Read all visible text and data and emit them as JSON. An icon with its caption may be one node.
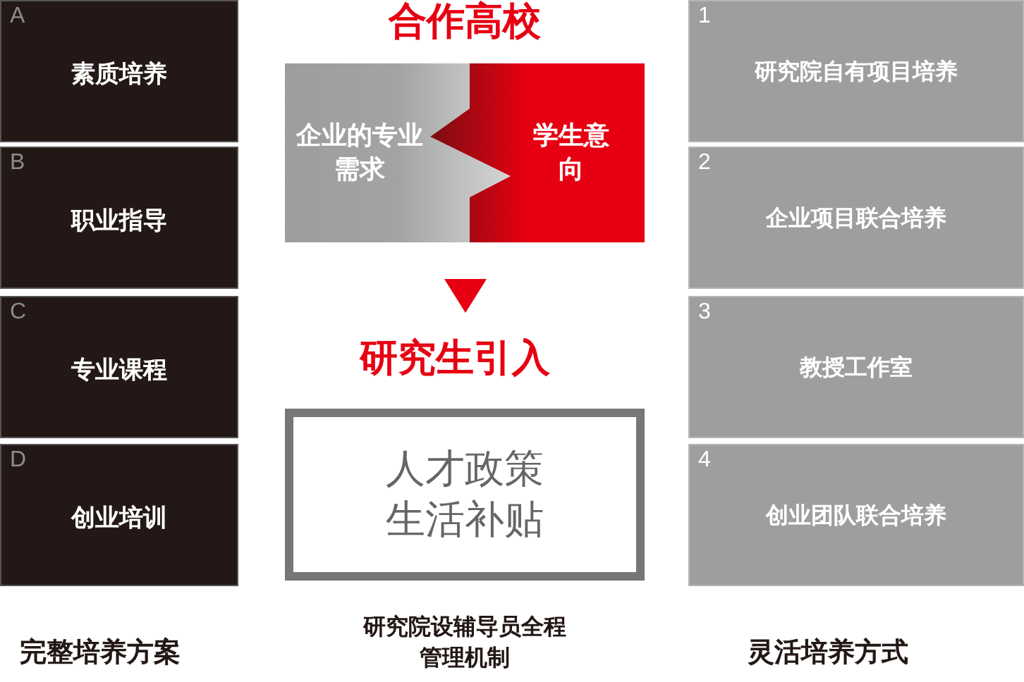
{
  "diagram": {
    "nodes": [
      {
        "text": [
          "A",
          "素质培养"
        ]
      },
      {
        "text": [
          "B",
          "职业指导"
        ]
      },
      {
        "text": [
          "C",
          "专业课程"
        ]
      },
      {
        "text": [
          "D",
          "创业培训"
        ]
      },
      {
        "text": [
          "合作高校"
        ]
      },
      {
        "text": [
          "企业的专业需求"
        ],
        "in": 4
      },
      {
        "text": [
          "学生意向"
        ],
        "in": 4
      },
      {
        "text": [
          "研究生引入"
        ]
      },
      {
        "text": [
          "人才政策生活补贴"
        ],
        "beside": [
          "研究院设辅导员全程管理机制"
        ]
      },
      {
        "text": [
          "1",
          "研究院自有项目培养"
        ]
      },
      {
        "text": [
          "2",
          "企业项目联合培养"
        ]
      },
      {
        "text": [
          "3",
          "教授工作室"
        ]
      },
      {
        "text": [
          "4",
          "创业团队联合培养"
        ]
      }
    ],
    "edges": [
      {
        "from": 4,
        "to": 7,
        "arrow": "to",
        "color": "#e60012"
      }
    ],
    "labels": [
      "完整培养方案",
      "灵活培养方式"
    ]
  }
}
